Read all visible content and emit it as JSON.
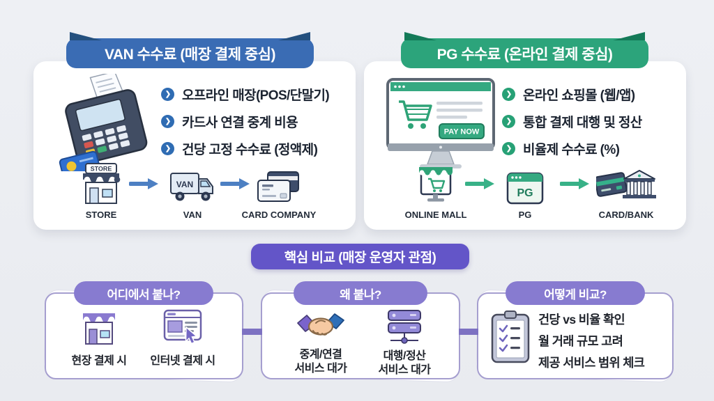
{
  "icons": {
    "chevron": "❯"
  },
  "colors": {
    "background": "#edeef2",
    "van_blue": "#3a6cb4",
    "van_blue_dark": "#24507e",
    "pg_green": "#2ca47b",
    "pg_green_dark": "#147a58",
    "purple_banner": "#6355c8",
    "purple_pill": "#877bd0",
    "text_dark": "#1b2330"
  },
  "van_panel": {
    "banner": "VAN 수수료 (매장 결제 중심)",
    "bullets": [
      "오프라인 매장(POS/단말기)",
      "카드사 연결 중계 비용",
      "건당 고정 수수료 (정액제)"
    ],
    "flow": {
      "store": "STORE",
      "van": "VAN",
      "card_company": "CARD COMPANY"
    },
    "store_sign": "STORE",
    "truck_sign": "VAN"
  },
  "pg_panel": {
    "banner": "PG 수수료 (온라인 결제 중심)",
    "bullets": [
      "온라인 쇼핑몰 (웹/앱)",
      "통합 결제 대행 및 정산",
      "비율제 수수료 (%)"
    ],
    "flow": {
      "online_mall": "ONLINE MALL",
      "pg": "PG",
      "card_bank": "CARD/BANK"
    },
    "pay_button": "PAY NOW",
    "pg_sign": "PG"
  },
  "comparison": {
    "banner": "핵심 비교 (매장 운영자 관점)",
    "card_where": {
      "title": "어디에서 붙나?",
      "item1": "현장 결제 시",
      "item2": "인터넷 결제 시"
    },
    "card_why": {
      "title": "왜 붙나?",
      "item1_line1": "중계/연결",
      "item1_line2": "서비스 대가",
      "item2_line1": "대행/정산",
      "item2_line2": "서비스 대가"
    },
    "card_how": {
      "title": "어떻게 비교?",
      "lines": [
        "건당 vs 비율 확인",
        "월 거래 규모 고려",
        "제공 서비스 범위 체크"
      ]
    }
  }
}
